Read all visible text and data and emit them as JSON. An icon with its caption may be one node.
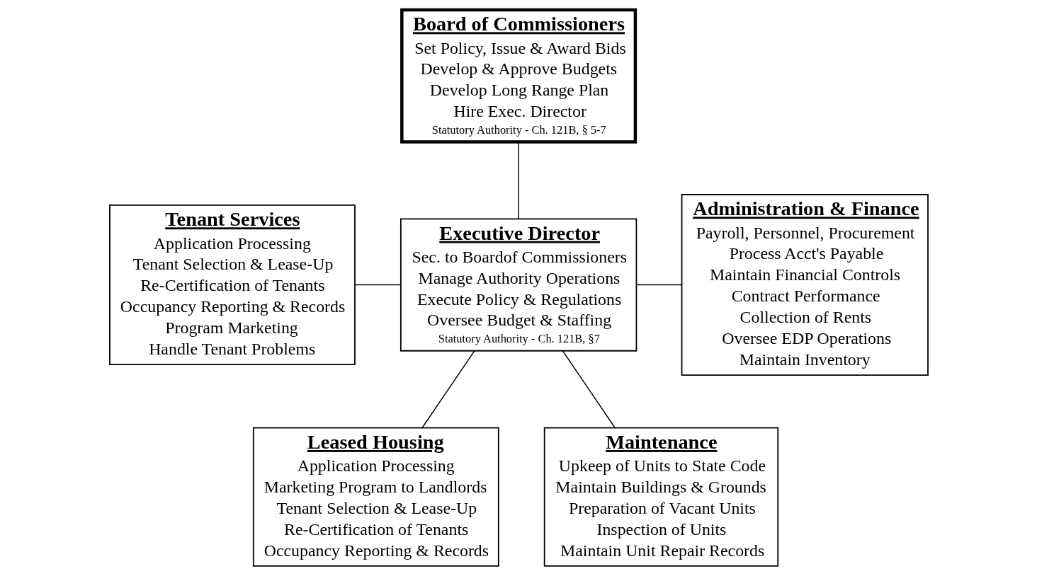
{
  "diagram": {
    "nodes": [
      {
        "text": [
          "Board of Commissioners",
          "Set Policy, Issue & Award Bids",
          "Develop & Approve Budgets",
          "Develop Long Range Plan",
          "Hire Exec. Director",
          "Statutory Authority - Ch. 121B, § 5-7"
        ]
      },
      {
        "text": [
          "Tenant Services",
          "Application Processing",
          "Tenant Selection & Lease-Up",
          "Re-Certification of Tenants",
          "Occupancy Reporting & Records",
          "Program Marketing",
          "Handle Tenant Problems"
        ]
      },
      {
        "text": [
          "Executive Director",
          "Sec. to Boardof Commissioners",
          "Manage Authority Operations",
          "Execute Policy & Regulations",
          "Oversee Budget & Staffing",
          "Statutory Authority - Ch. 121B, §7"
        ]
      },
      {
        "text": [
          "Administration & Finance",
          "Payroll, Personnel, Procurement",
          "Process Acct's Payable",
          "Maintain Financial Controls",
          "Contract Performance",
          "Collection of Rents",
          "Oversee EDP Operations",
          "Maintain Inventory"
        ]
      },
      {
        "text": [
          "Leased Housing",
          "Application Processing",
          "Marketing Program to Landlords",
          "Tenant Selection & Lease-Up",
          "Re-Certification of Tenants",
          "Occupancy Reporting & Records"
        ]
      },
      {
        "text": [
          "Maintenance",
          "Upkeep of Units to State Code",
          "Maintain Buildings & Grounds",
          "Preparation of Vacant Units",
          "Inspection of Units",
          "Maintain Unit Repair Records"
        ]
      }
    ],
    "edges": [
      {
        "from": 0,
        "to": 2,
        "arrow": "none"
      },
      {
        "from": 1,
        "to": 2,
        "arrow": "none"
      },
      {
        "from": 2,
        "to": 3,
        "arrow": "none"
      },
      {
        "from": 2,
        "to": 4,
        "arrow": "none"
      },
      {
        "from": 2,
        "to": 5,
        "arrow": "none"
      }
    ]
  }
}
